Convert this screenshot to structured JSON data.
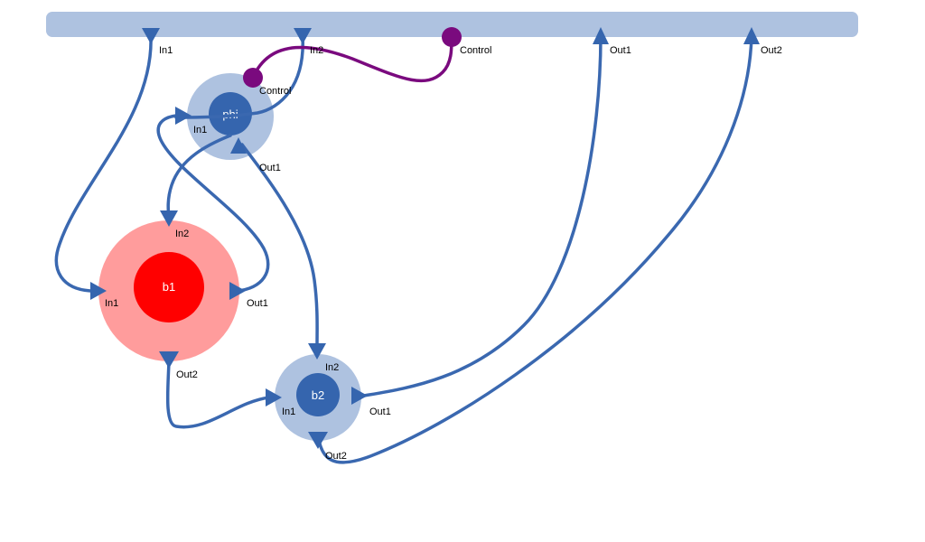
{
  "colors": {
    "bar": "#aec2e0",
    "node_outer": "#aec2e0",
    "node_inner": "#3565ae",
    "b1_outer": "#ff9c9c",
    "b1_inner": "#ff0000",
    "wire": "#3a68b0",
    "control": "#7a0a7e",
    "text": "#000000",
    "node_text": "#ffffff"
  },
  "top_bar": {
    "ports": {
      "in1": "In1",
      "in2": "In2",
      "control": "Control",
      "out1": "Out1",
      "out2": "Out2"
    }
  },
  "nodes": {
    "phi": {
      "label": "phi",
      "ports": {
        "control": "Control",
        "in1": "In1",
        "out1": "Out1"
      }
    },
    "b1": {
      "label": "b1",
      "ports": {
        "in1": "In1",
        "in2": "In2",
        "out1": "Out1",
        "out2": "Out2"
      }
    },
    "b2": {
      "label": "b2",
      "ports": {
        "in1": "In1",
        "in2": "In2",
        "out1": "Out1",
        "out2": "Out2"
      }
    }
  }
}
